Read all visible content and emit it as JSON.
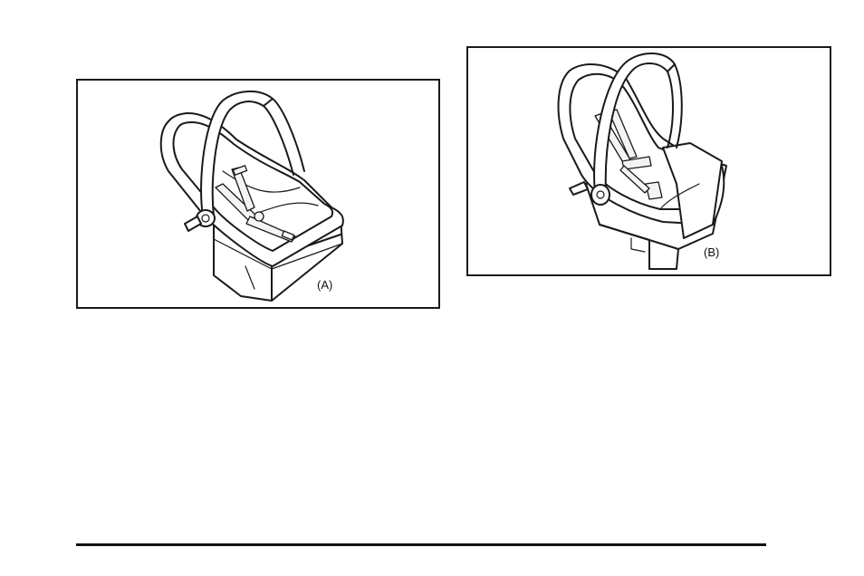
{
  "figures": [
    {
      "id": "A",
      "label": "(A)",
      "illustration": "infant-carrier-reclined-illustration"
    },
    {
      "id": "B",
      "label": "(B)",
      "illustration": "infant-carrier-upright-illustration"
    }
  ]
}
